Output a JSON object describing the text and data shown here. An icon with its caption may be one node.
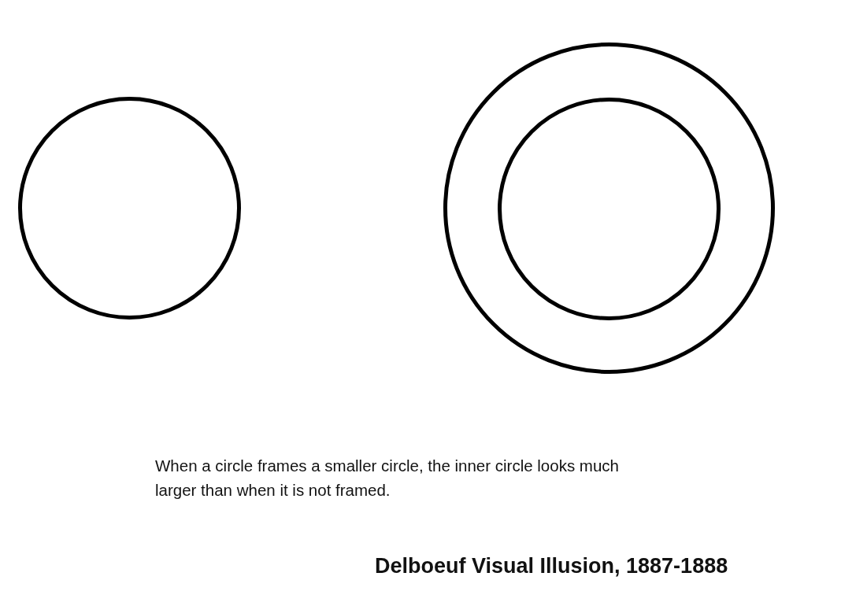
{
  "diagram": {
    "title": "Delboeuf Visual Illusion, 1887-1888",
    "caption": "When a circle frames a smaller circle, the inner circle looks much larger than when it is not framed.",
    "nodes": [
      {
        "text": [],
        "shape": "circle"
      },
      {
        "text": [],
        "shape": "circle"
      },
      {
        "text": [],
        "shape": "circle",
        "in": 1
      }
    ]
  }
}
